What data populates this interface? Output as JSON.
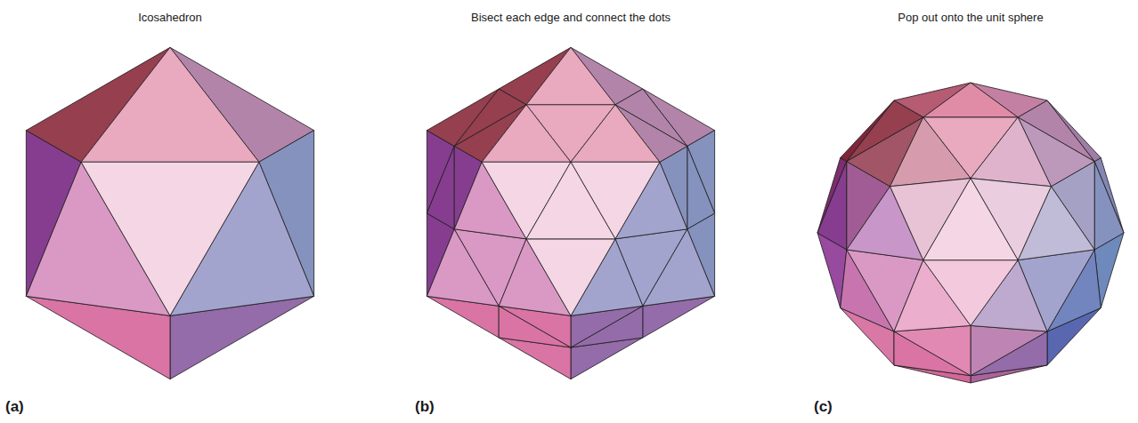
{
  "diagram": {
    "labels": [
      "Icosahedron",
      "Bisect each edge and connect the dots",
      "Pop out onto the unit sphere",
      "(a)",
      "(b)",
      "(c)"
    ]
  }
}
